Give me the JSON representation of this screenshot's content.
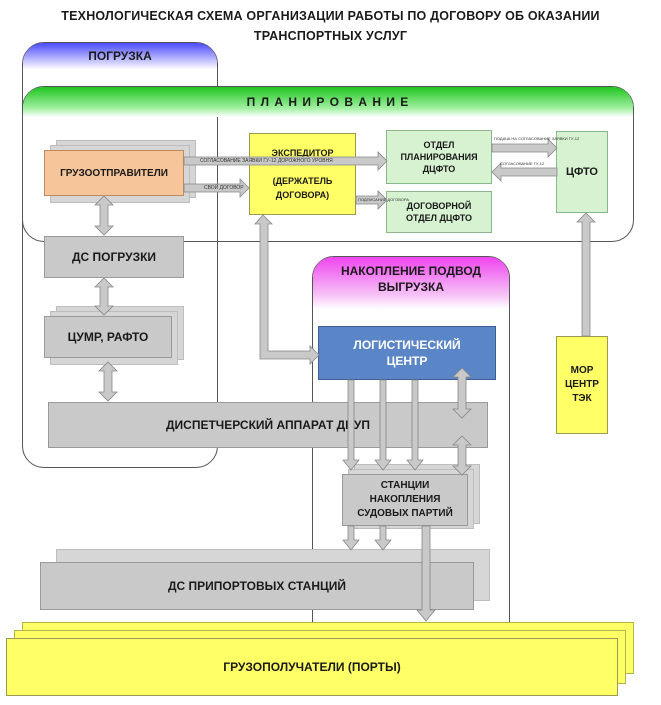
{
  "title": {
    "line1": "ТЕХНОЛОГИЧЕСКАЯ СХЕМА ОРГАНИЗАЦИИ РАБОТЫ ПО ДОГОВОРУ ОБ ОКАЗАНИИ",
    "line2": "ТРАНСПОРТНЫХ УСЛУГ"
  },
  "lanes": {
    "loading": "ПОГРУЗКА",
    "planning": "П Л А Н И Р О В А Н И Е",
    "accumulation_line1": "НАКОПЛЕНИЕ ПОДВОД",
    "accumulation_line2": "ВЫГРУЗКА"
  },
  "boxes": {
    "shippers": "ГРУЗООТПРАВИТЕЛИ",
    "forwarder_line1": "ЭКСПЕДИТОР",
    "forwarder_line2": "(ДЕРЖАТЕЛЬ ДОГОВОРА)",
    "planning_dept": "ОТДЕЛ ПЛАНИРОВАНИЯ ДЦФТО",
    "contract_dept": "ДОГОВОРНОЙ ОТДЕЛ ДЦФТО",
    "cfto": "ЦФТО",
    "loading_station": "ДС ПОГРУЗКИ",
    "tsumr": "ЦУМР, РАФТО",
    "logistics_center": "ЛОГИСТИЧЕСКИЙ ЦЕНТР",
    "dispatch": "ДИСПЕТЧЕРСКИЙ АППАРАТ ДЦУП",
    "accumulation_stations": "СТАНЦИИ НАКОПЛЕНИЯ СУДОВЫХ ПАРТИЙ",
    "mor": "МОР ЦЕНТР ТЭК",
    "port_stations": "ДС ПРИПОРТОВЫХ СТАНЦИЙ",
    "consignees": "ГРУЗОПОЛУЧАТЕЛИ (ПОРТЫ)"
  },
  "arrow_labels": {
    "approval_gu12": "СОГЛАСОВАНИЕ ЗАЯВКИ ГУ-12 ДОРОЖНОГО УРОВНЯ",
    "own_contract": "СВОЙ ДОГОВОР",
    "sign_contract": "ПОДПИСАНИЕ ДОГОВОРА",
    "submit_gu12": "ПОДАЧА НА СОГЛАСОВАНИЕ ЗАЯВКИ ГУ-12",
    "approval_gu12_short": "СОГЛАСОВАНИЕ ГУ-12"
  },
  "colors": {
    "loading_head": "#3a3ae0",
    "planning_head": "#33cc33",
    "accumulation_head": "#e633e6",
    "yellow": "#ffff66",
    "orange": "#f7c59a",
    "blue": "#5a86c8",
    "green": "#d6f2d0"
  }
}
